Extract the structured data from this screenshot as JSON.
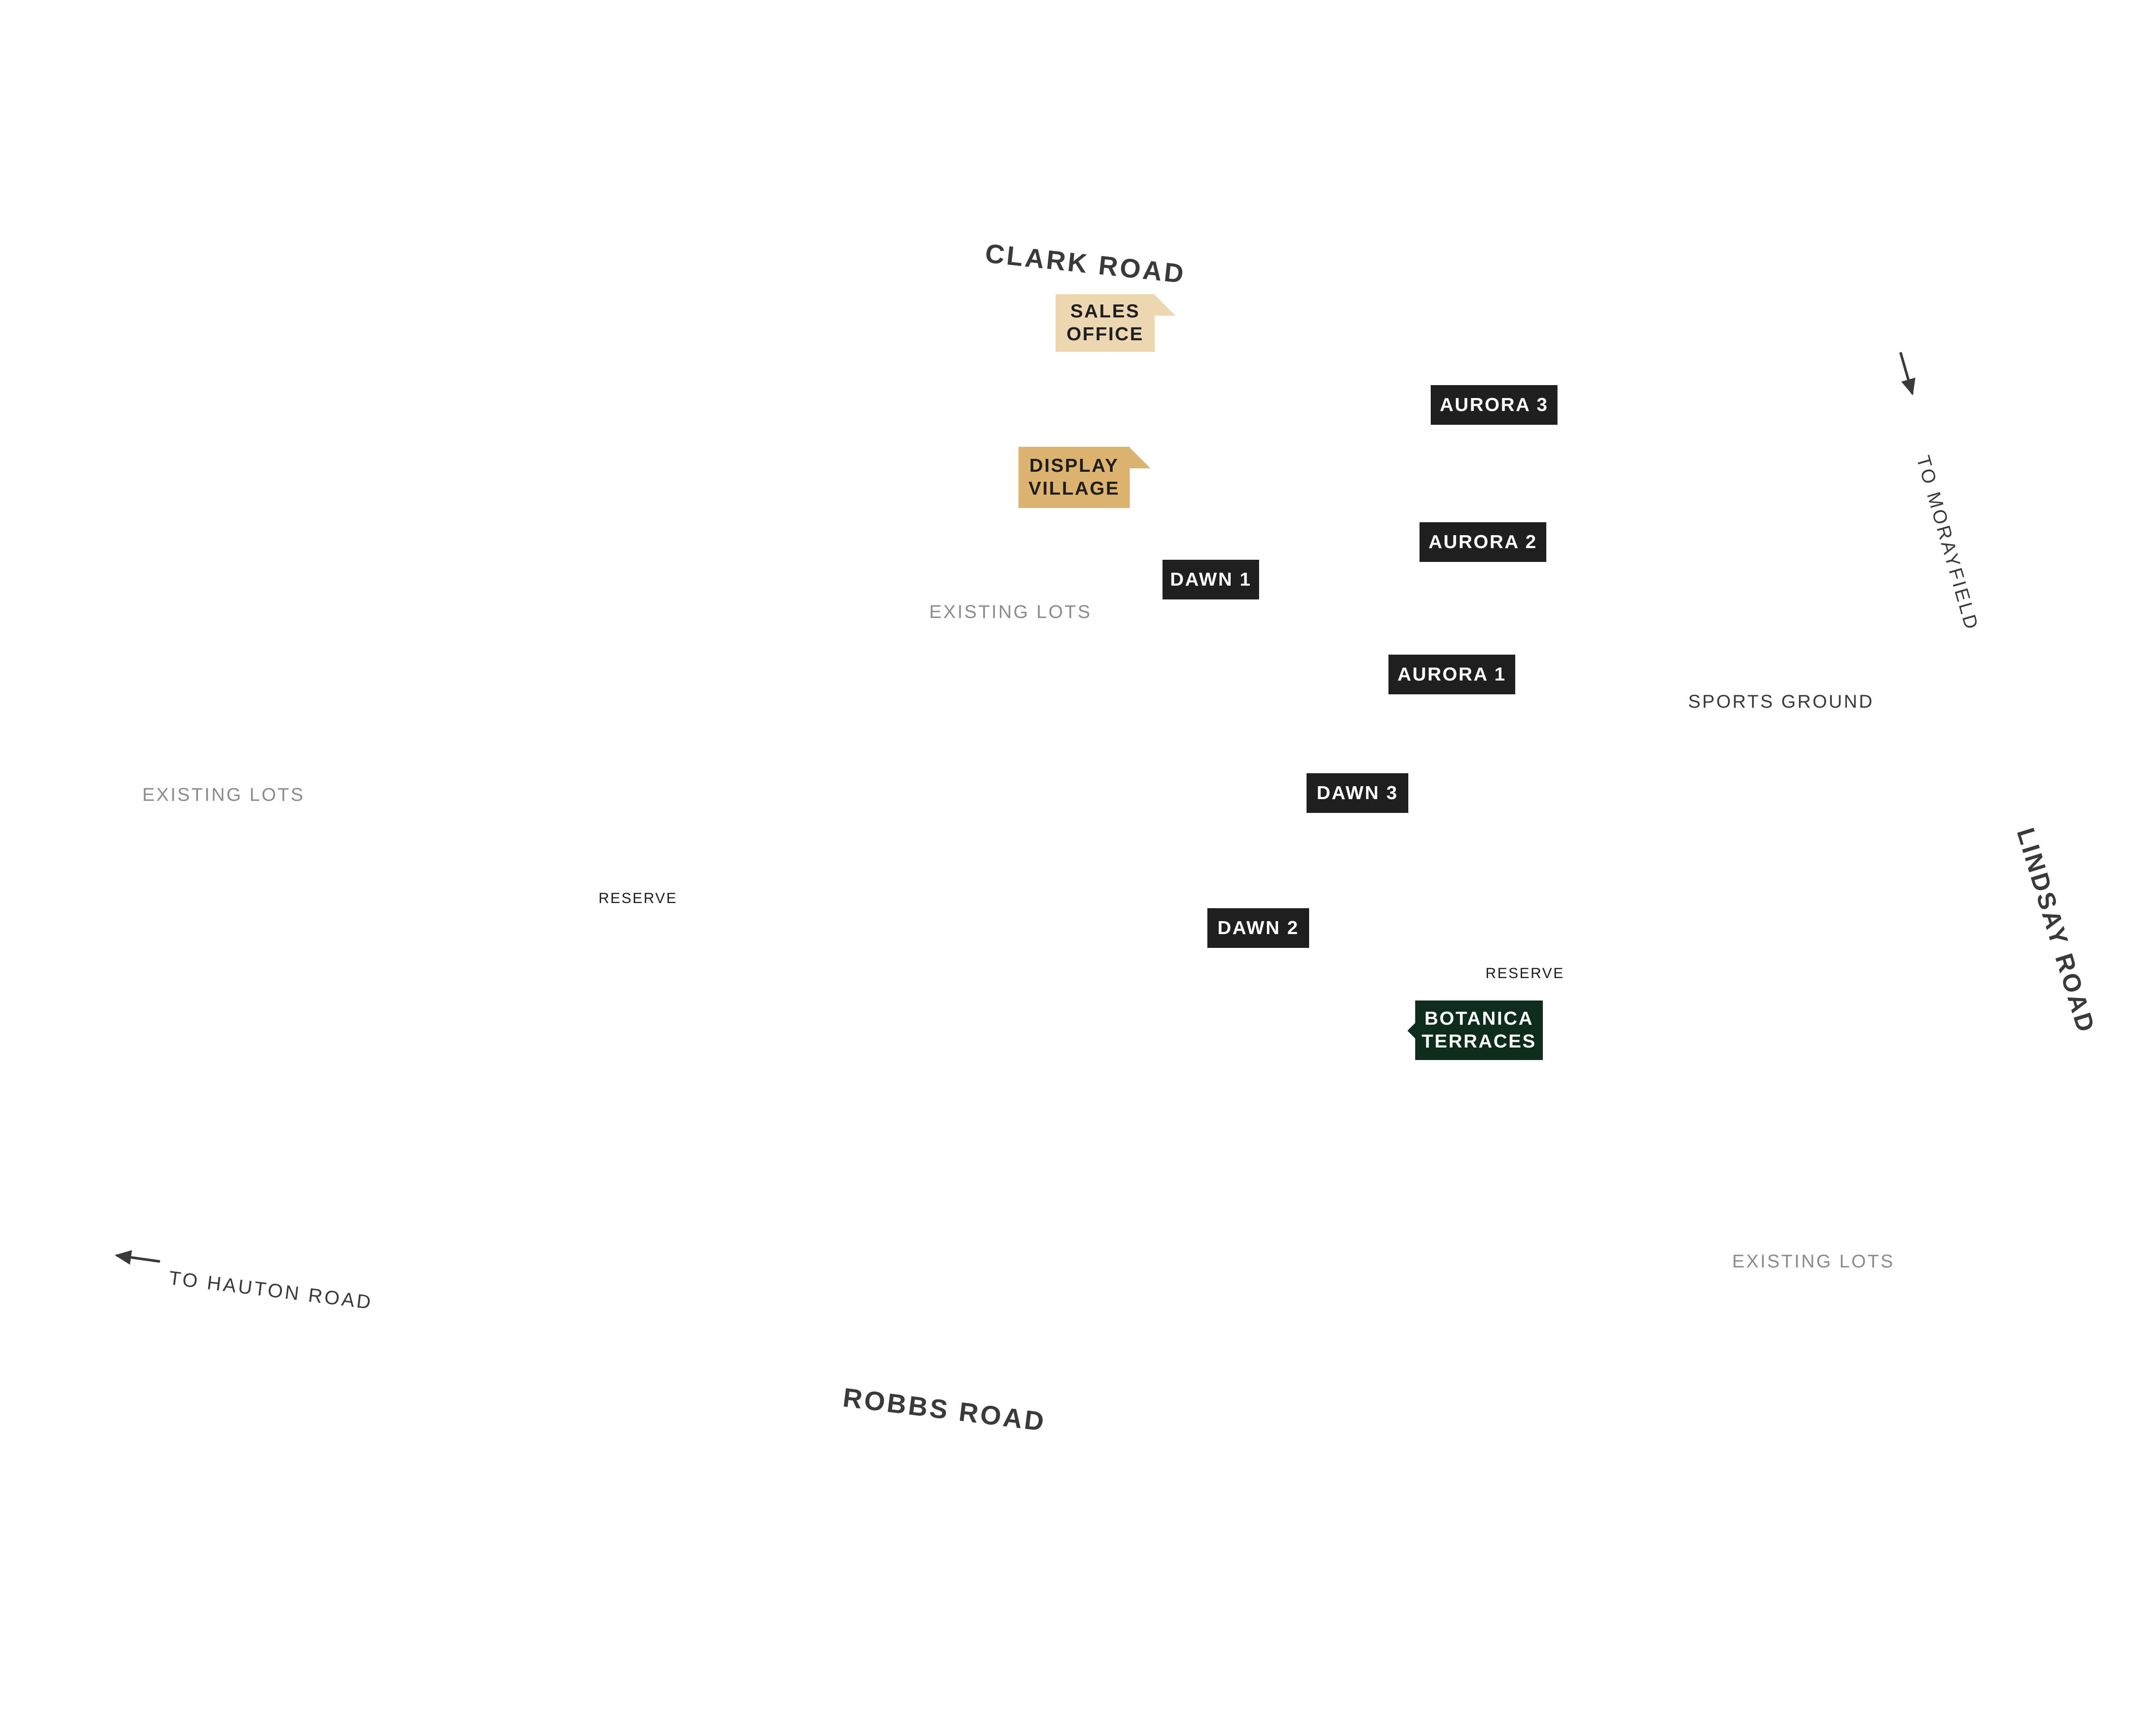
{
  "roads": {
    "clark": "CLARK ROAD",
    "robbs": "ROBBS ROAD",
    "lindsay": "LINDSAY ROAD"
  },
  "directions": {
    "morayfield": "TO MORAYFIELD",
    "hauton": "TO HAUTON ROAD"
  },
  "areas": {
    "existing_lots_center": "EXISTING LOTS",
    "existing_lots_west": "EXISTING LOTS",
    "existing_lots_southeast": "EXISTING LOTS",
    "sports_ground": "SPORTS GROUND",
    "reserve_west": "RESERVE",
    "reserve_east": "RESERVE"
  },
  "markers": {
    "sales_office": {
      "line1": "SALES",
      "line2": "OFFICE",
      "color": "#EDD6B2"
    },
    "display_village": {
      "line1": "DISPLAY",
      "line2": "VILLAGE",
      "color": "#DDB46F"
    },
    "botanica_terraces": {
      "line1": "BOTANICA",
      "line2": "TERRACES",
      "color": "#0E2C1C"
    }
  },
  "stages": {
    "aurora_3": "AURORA 3",
    "aurora_2": "AURORA 2",
    "aurora_1": "AURORA 1",
    "dawn_1": "DAWN 1",
    "dawn_2": "DAWN 2",
    "dawn_3": "DAWN 3"
  },
  "colors": {
    "stage_tag": "#1F1F1F",
    "road_text": "#3A3A3A",
    "area_text": "#8C8C8C"
  }
}
